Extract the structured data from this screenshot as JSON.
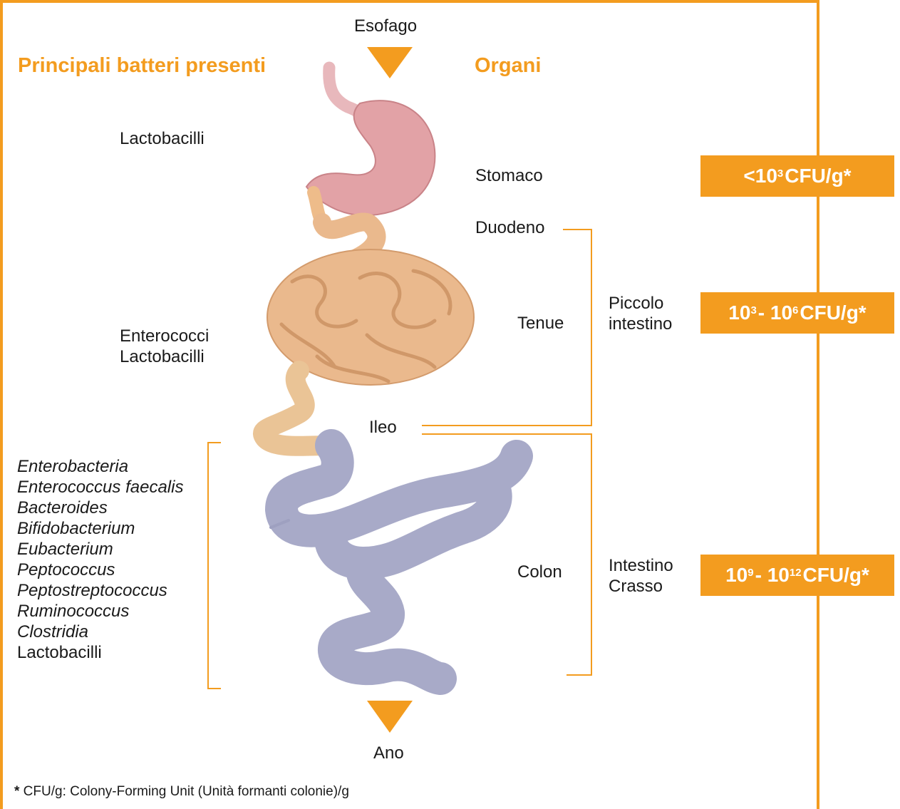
{
  "colors": {
    "accent": "#f39c1f",
    "stomach": "#e2a2a6",
    "small_intestine": "#eab98d",
    "colon": "#a8aac8"
  },
  "top_label": "Esofago",
  "bottom_label": "Ano",
  "headings": {
    "bacteria": "Principali batteri presenti",
    "organs": "Organi"
  },
  "bacteria": {
    "stomach": [
      "Lactobacilli"
    ],
    "small_intestine": [
      "Enterococci",
      "Lactobacilli"
    ],
    "colon_italic": [
      "Enterobacteria",
      "Enterococcus faecalis",
      "Bacteroides",
      "Bifidobacterium",
      "Eubacterium",
      "Peptococcus",
      "Peptostreptococcus",
      "Ruminococcus",
      "Clostridia"
    ],
    "colon_plain": "Lactobacilli"
  },
  "organs": {
    "stomach": "Stomaco",
    "duodenum": "Duodeno",
    "jejunum": "Tenue",
    "ileum": "Ileo",
    "colon": "Colon"
  },
  "groups": {
    "small": [
      "Piccolo",
      "intestino"
    ],
    "large": [
      "Intestino",
      "Crasso"
    ]
  },
  "counts": {
    "stomach": {
      "prefix": "<10",
      "exp": "3",
      "suffix": " CFU/g*"
    },
    "small": {
      "a": "10",
      "a_exp": "3",
      "mid": " - 10",
      "b_exp": "6",
      "suffix": " CFU/g*"
    },
    "large": {
      "a": "10",
      "a_exp": "9",
      "mid": " - 10",
      "b_exp": "12",
      "suffix": " CFU/g*"
    }
  },
  "footnote": {
    "star": "*",
    "text": " CFU/g: Colony-Forming Unit (Unità formanti colonie)/g"
  }
}
